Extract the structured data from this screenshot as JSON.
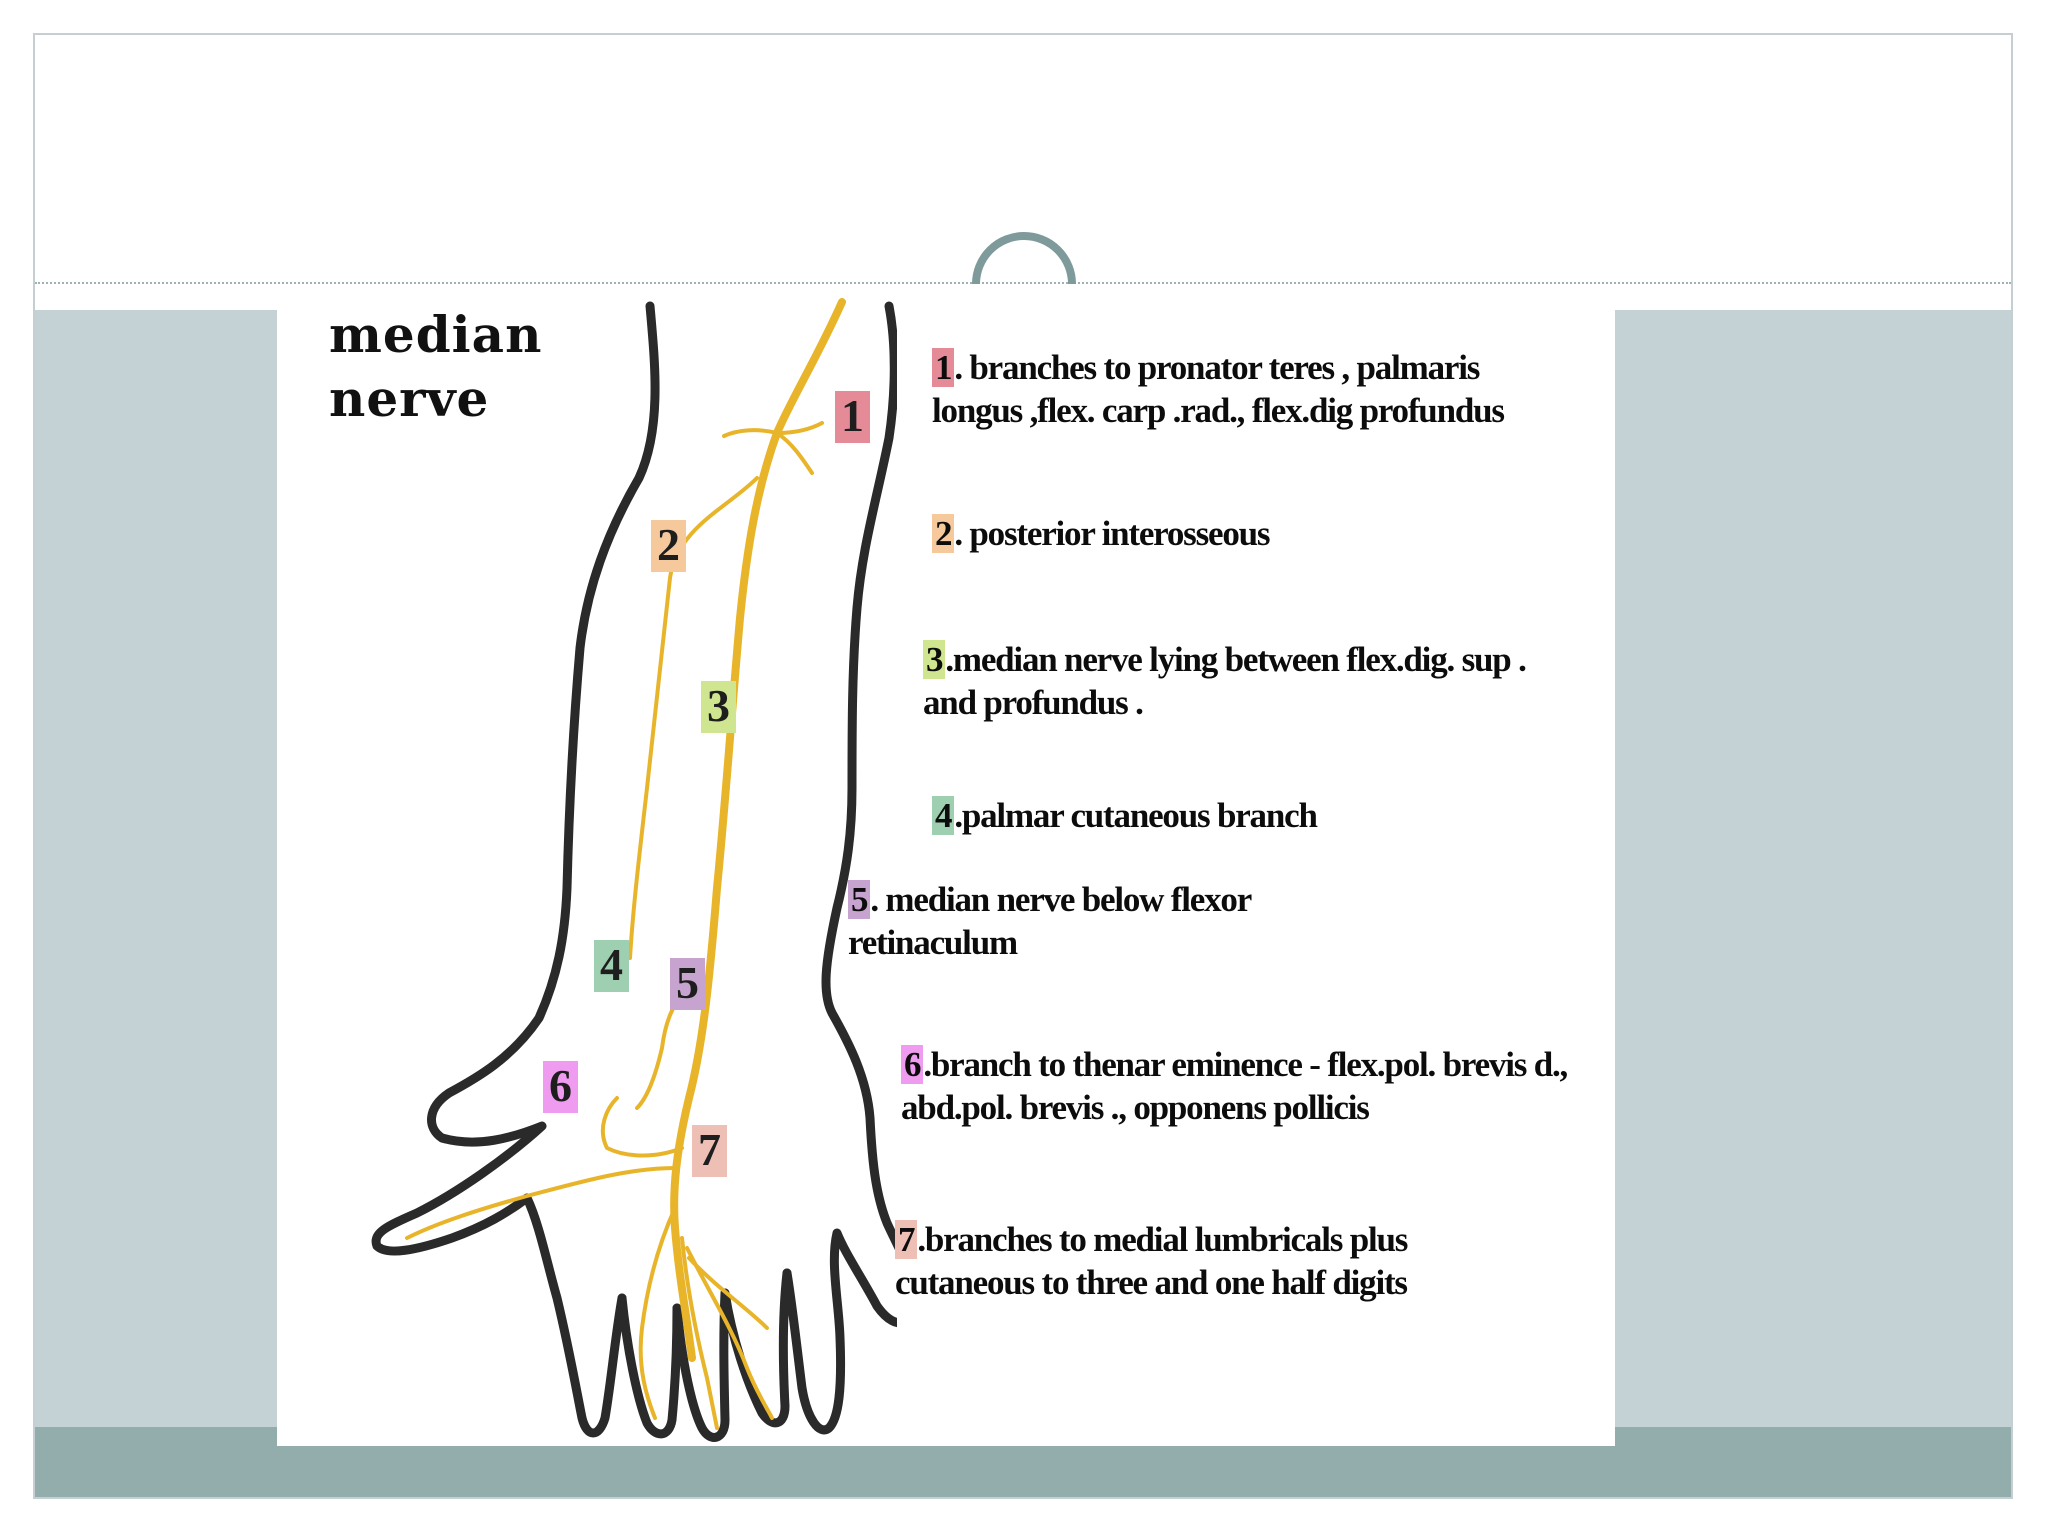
{
  "diagram": {
    "title": "median nerve",
    "labels": [
      {
        "num": "1",
        "color": "#e58b97"
      },
      {
        "num": "2",
        "color": "#f6c99c"
      },
      {
        "num": "3",
        "color": "#cfe58f"
      },
      {
        "num": "4",
        "color": "#9fcfb1"
      },
      {
        "num": "5",
        "color": "#c7a4d0"
      },
      {
        "num": "6",
        "color": "#ef9bef"
      },
      {
        "num": "7",
        "color": "#edbfb5"
      }
    ],
    "legend": [
      {
        "num": "1",
        "text": ". branches to pronator teres , palmaris longus ,flex. carp .rad., flex.dig profundus"
      },
      {
        "num": "2",
        "text": ". posterior interosseous"
      },
      {
        "num": "3",
        "text": ".median nerve lying between flex.dig. sup . and profundus ."
      },
      {
        "num": "4",
        "text": ".palmar cutaneous branch"
      },
      {
        "num": "5",
        "text": ". median nerve below flexor retinaculum"
      },
      {
        "num": "6",
        "text": ".branch to thenar eminence - flex.pol. brevis d., abd.pol. brevis ., opponens pollicis"
      },
      {
        "num": "7",
        "text": ".branches to medial lumbricals plus cutaneous to three and one half digits"
      }
    ],
    "colors": {
      "nerve": "#e8b42a",
      "outline": "#2a2a2a",
      "band": "#c5d2d5",
      "band_bottom": "#92adac"
    }
  }
}
